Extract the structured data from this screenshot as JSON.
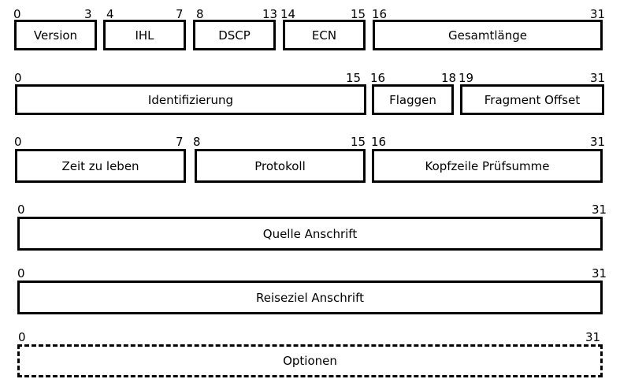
{
  "rows": [
    {
      "fields": [
        {
          "label": "Version",
          "bit_start": "0",
          "bit_end": "3"
        },
        {
          "label": "IHL",
          "bit_start": "4",
          "bit_end": "7"
        },
        {
          "label": "DSCP",
          "bit_start": "8",
          "bit_end": "13"
        },
        {
          "label": "ECN",
          "bit_start": "14",
          "bit_end": "15"
        },
        {
          "label": "Gesamtlänge",
          "bit_start": "16",
          "bit_end": "31"
        }
      ]
    },
    {
      "fields": [
        {
          "label": "Identifizierung",
          "bit_start": "0",
          "bit_end": "15"
        },
        {
          "label": "Flaggen",
          "bit_start": "16",
          "bit_end": "18"
        },
        {
          "label": "Fragment Offset",
          "bit_start": "19",
          "bit_end": "31"
        }
      ]
    },
    {
      "fields": [
        {
          "label": "Zeit zu leben",
          "bit_start": "0",
          "bit_end": "7"
        },
        {
          "label": "Protokoll",
          "bit_start": "8",
          "bit_end": "15"
        },
        {
          "label": "Kopfzeile Prüfsumme",
          "bit_start": "16",
          "bit_end": "31"
        }
      ]
    },
    {
      "fields": [
        {
          "label": "Quelle Anschrift",
          "bit_start": "0",
          "bit_end": "31"
        }
      ]
    },
    {
      "fields": [
        {
          "label": "Reiseziel Anschrift",
          "bit_start": "0",
          "bit_end": "31"
        }
      ]
    },
    {
      "fields": [
        {
          "label": "Optionen",
          "bit_start": "0",
          "bit_end": "31",
          "style": "dashed"
        }
      ]
    }
  ]
}
